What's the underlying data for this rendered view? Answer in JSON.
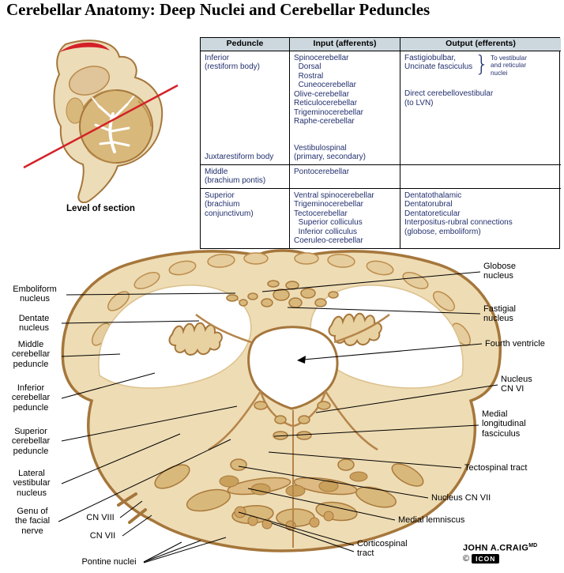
{
  "title": "Cerebellar Anatomy: Deep Nuclei and Cerebellar Peduncles",
  "inset": {
    "caption": "Level of section"
  },
  "table": {
    "headers": [
      "Peduncle",
      "Input (afferents)",
      "Output (efferents)"
    ],
    "inferior": {
      "peduncle_top": "Inferior\n(restiform body)",
      "peduncle_bottom": "Juxtarestiform body",
      "input_top": "Spinocerebellar\n  Dorsal\n  Rostral\n  Cuneocerebellar\nOlive-cerebellar\nReticulocerebellar\nTrigeminocerebellar\nRaphe-cerebellar",
      "input_bottom": "Vestibulospinal\n(primary, secondary)",
      "output_top": "Fastigiobulbar,\nUncinate fasciculus",
      "brace": "}",
      "output_note": "To vestibular\nand reticular\nnuclei",
      "output_bottom": "Direct cerebellovestibular\n(to LVN)"
    },
    "middle": {
      "peduncle": "Middle\n(brachium pontis)",
      "input": "Pontocerebellar",
      "output": ""
    },
    "superior": {
      "peduncle": "Superior\n(brachium\nconjunctivum)",
      "input": "Ventral spinocerebellar\nTrigeminocerebellar\nTectocerebellar\n  Superior colliculus\n  Inferior colliculus\nCoeruleo-cerebellar",
      "output": "Dentatothalamic\nDentatorubral\nDentatoreticular\nInterpositus-rubral connections\n(globose, emboliform)"
    }
  },
  "labels_left": [
    {
      "text": "Emboliform\nnucleus"
    },
    {
      "text": "Dentate\nnucleus"
    },
    {
      "text": "Middle\ncerebellar\npeduncle"
    },
    {
      "text": "Inferior\ncerebellar\npeduncle"
    },
    {
      "text": "Superior\ncerebellar\npeduncle"
    },
    {
      "text": "Lateral\nvestibular\nnucleus"
    },
    {
      "text": "Genu of\nthe facial\nnerve"
    },
    {
      "text": "CN VIII"
    },
    {
      "text": "CN VII"
    },
    {
      "text": "Pontine nuclei"
    }
  ],
  "labels_right": [
    {
      "text": "Globose\nnucleus"
    },
    {
      "text": "Fastigial\nnucleus"
    },
    {
      "text": "Fourth ventricle"
    },
    {
      "text": "Nucleus\nCN VI"
    },
    {
      "text": "Medial\nlongitudinal\nfasciculus"
    },
    {
      "text": "Tectospinal tract"
    },
    {
      "text": "Nucleus CN VII"
    },
    {
      "text": "Medial lemniscus"
    },
    {
      "text": "Corticospinal\ntract"
    }
  ],
  "credit": {
    "artist": "JOHN A.CRAIG",
    "degree": "MD",
    "copyright": "©",
    "logo": "ICON"
  },
  "colors": {
    "section_fill": "#eedcb4",
    "section_outline": "#a5763b",
    "nuclei_fill": "#d9b87b",
    "red_line": "#d42127",
    "table_header_bg": "#ccd7de",
    "table_text": "#23306e"
  }
}
